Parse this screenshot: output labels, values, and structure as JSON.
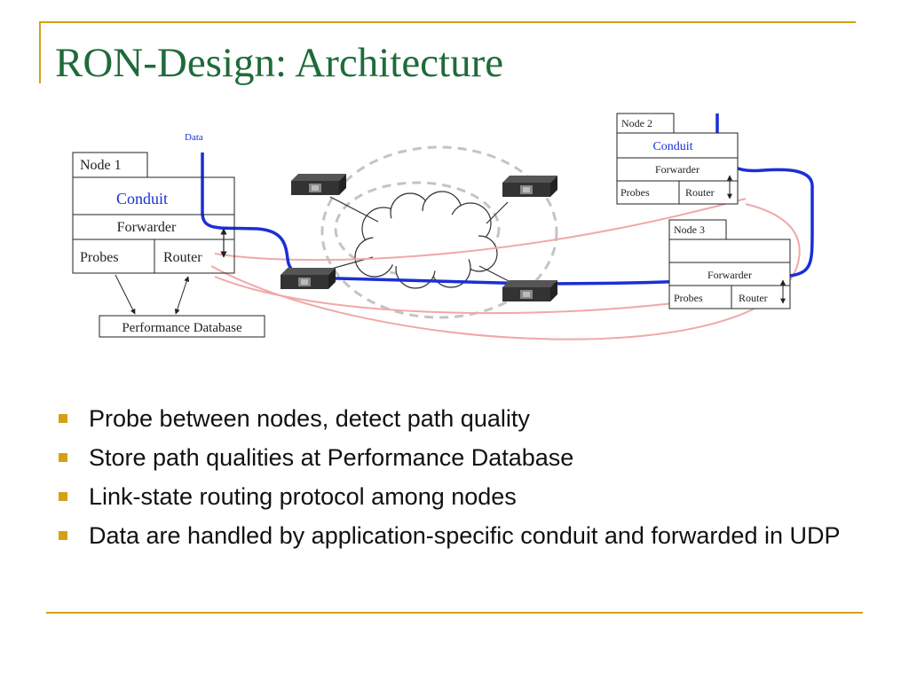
{
  "slide": {
    "title": "RON-Design: Architecture",
    "accent_color": "#d4a017",
    "title_color": "#1e6b3a"
  },
  "diagram": {
    "data_label": "Data",
    "node1": {
      "label": "Node 1",
      "conduit": "Conduit",
      "forwarder": "Forwarder",
      "probes": "Probes",
      "router": "Router"
    },
    "performance_db": "Performance Database",
    "node2": {
      "label": "Node 2",
      "conduit": "Conduit",
      "forwarder": "Forwarder",
      "probes": "Probes",
      "router": "Router"
    },
    "node3": {
      "label": "Node 3",
      "conduit": "",
      "forwarder": "Forwarder",
      "probes": "Probes",
      "router": "Router"
    },
    "icons": [
      "network-cloud-icon",
      "router-icon"
    ],
    "colors": {
      "data_path": "#1a2fd6",
      "probe_path": "#f0a8a8",
      "conduit_text": "#1a2fd6"
    }
  },
  "bullets": [
    "Probe between nodes, detect path quality",
    "Store path qualities at Performance Database",
    "Link-state routing protocol among nodes",
    "Data are handled by application-specific conduit and forwarded in UDP"
  ]
}
